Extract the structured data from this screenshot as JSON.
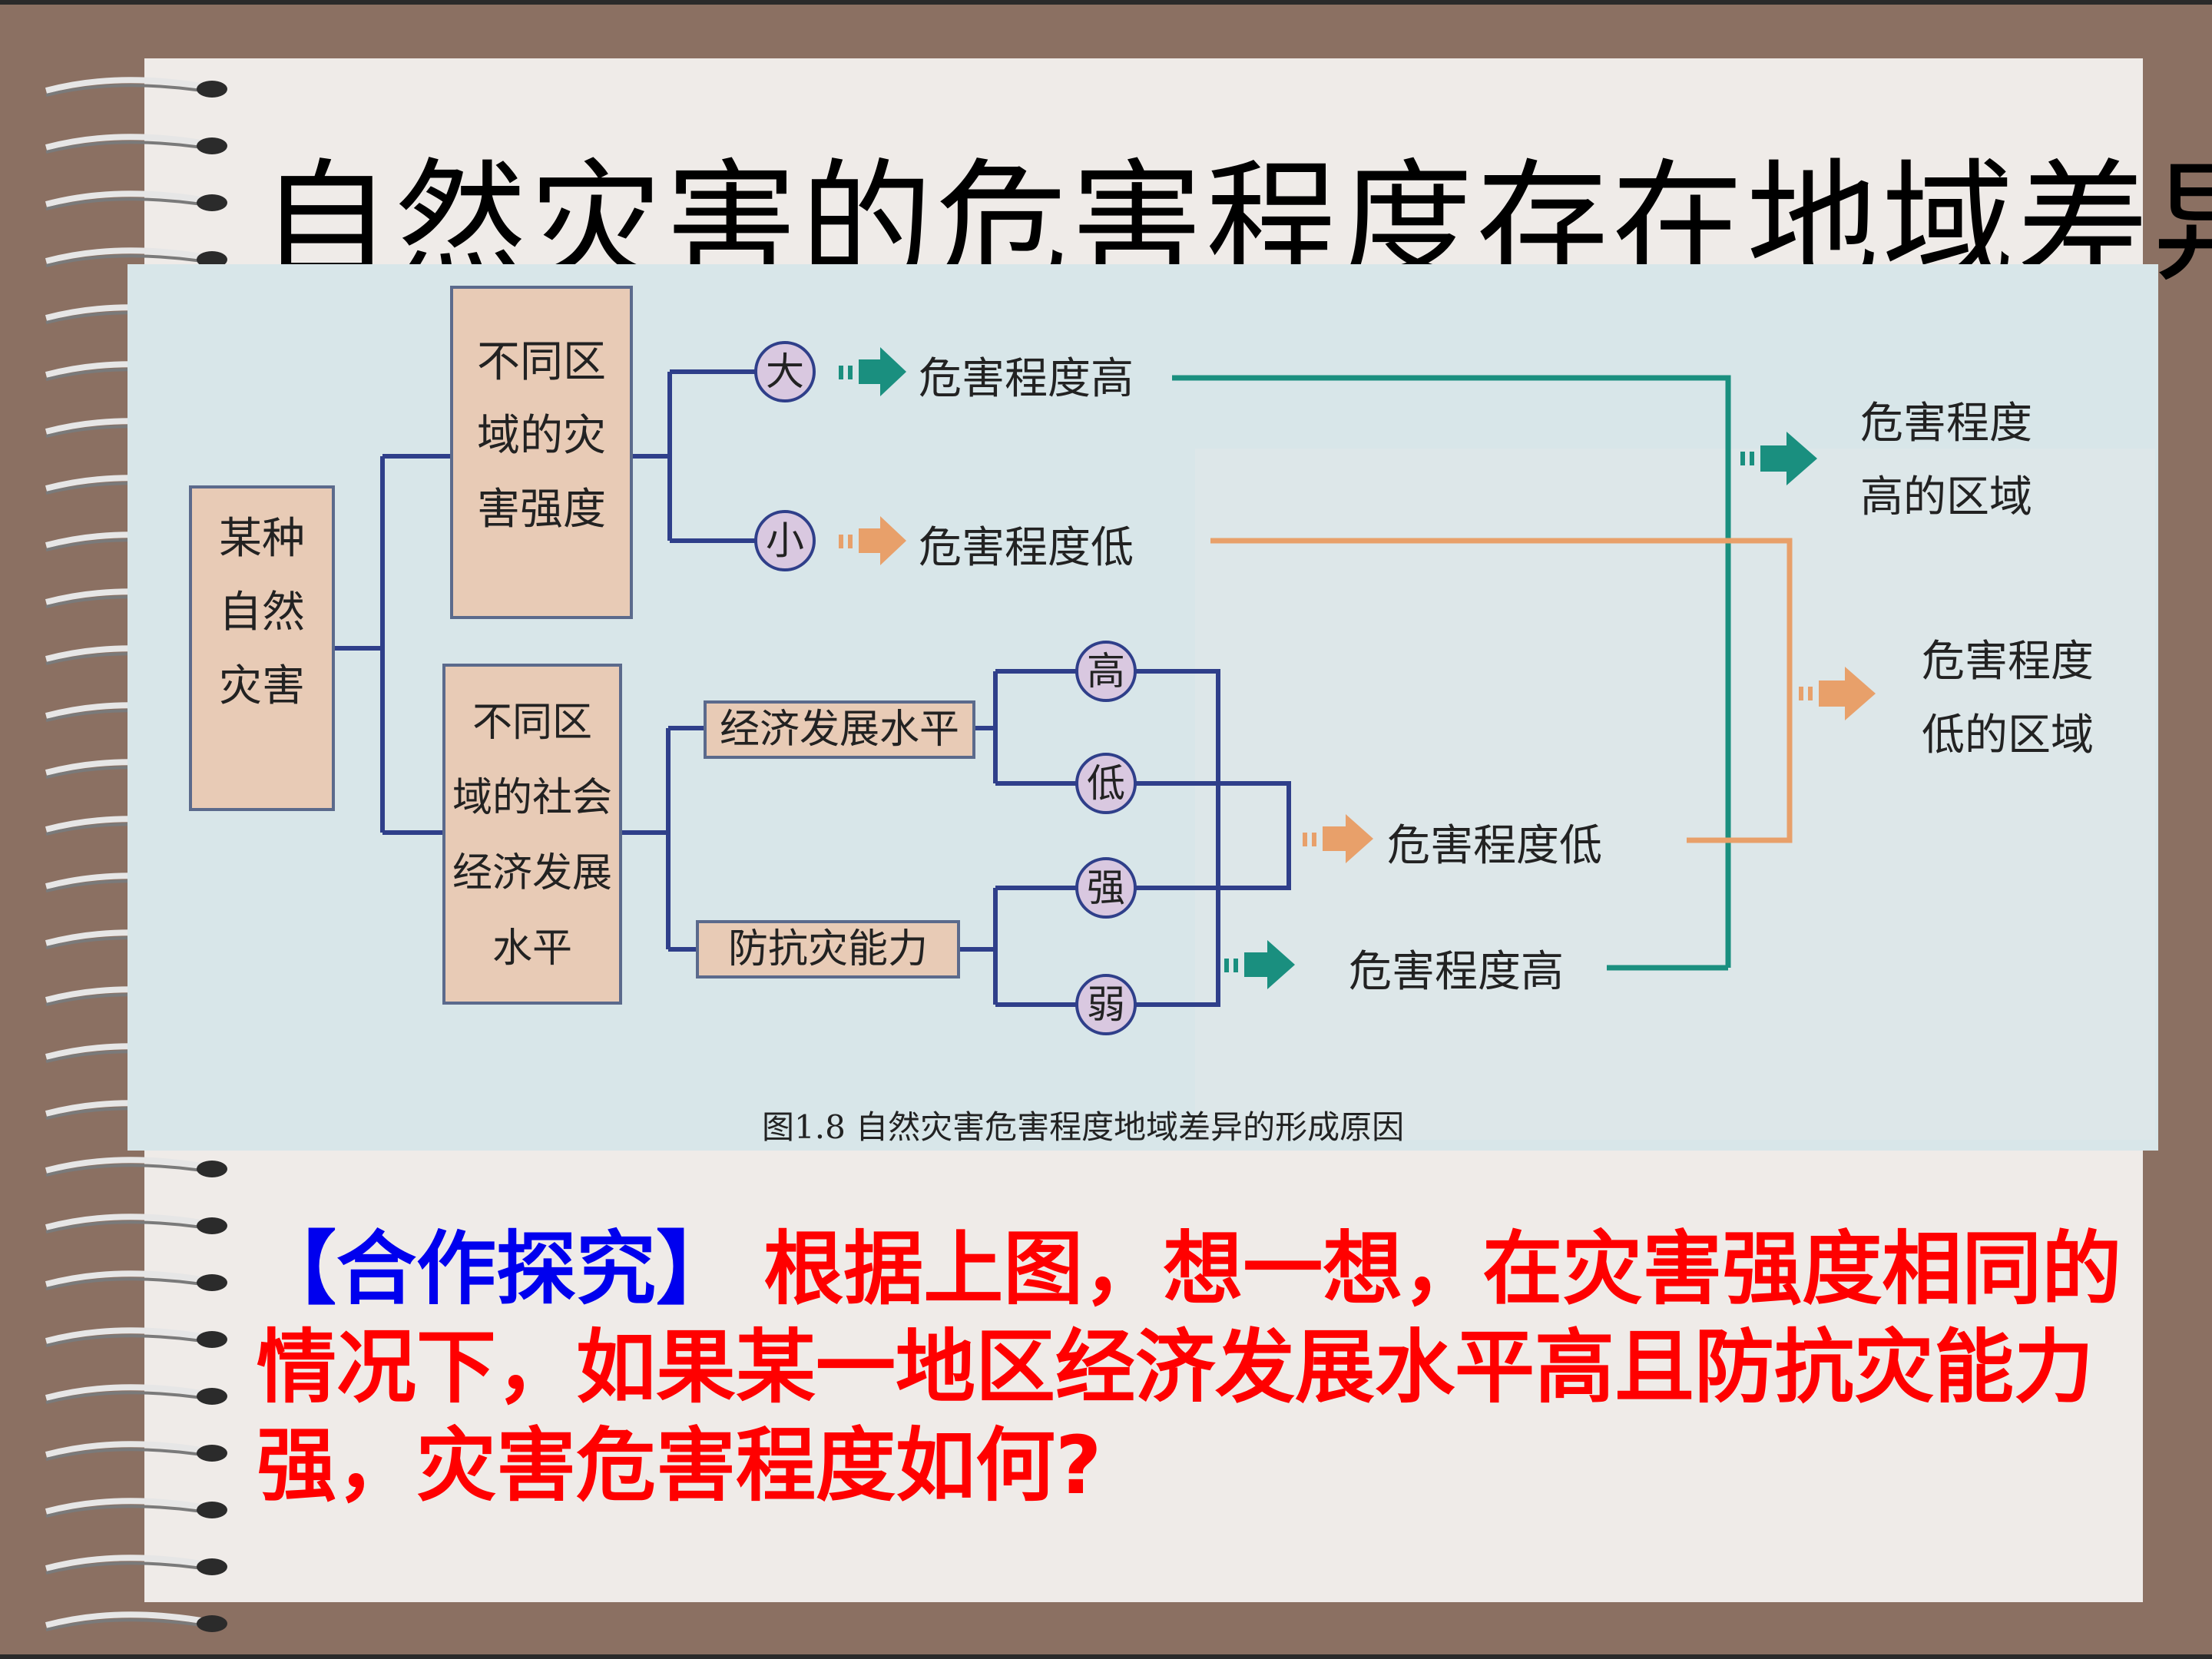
{
  "title": "自然灾害的危害程度存在地域差异",
  "diagram": {
    "root_line1": "某种",
    "root_line2": "自然",
    "root_line3": "灾害",
    "intensity_line1": "不同区",
    "intensity_line2": "域的灾",
    "intensity_line3": "害强度",
    "socio_line1": "不同区",
    "socio_line2": "域的社会",
    "socio_line3": "经济发展",
    "socio_line4": "水平",
    "econ_level": "经济发展水平",
    "resist_capacity": "防抗灾能力",
    "circle_big": "大",
    "circle_small": "小",
    "circle_high": "高",
    "circle_low": "低",
    "circle_strong": "强",
    "circle_weak": "弱",
    "harm_high_1": "危害程度高",
    "harm_low_1": "危害程度低",
    "harm_low_2": "危害程度低",
    "harm_high_2": "危害程度高",
    "result_high_line1": "危害程度",
    "result_high_line2": "高的区域",
    "result_low_line1": "危害程度",
    "result_low_line2": "低的区域",
    "caption": "图1.8 自然灾害危害程度地域差异的形成原因",
    "colors": {
      "box_fill": "#e8cbb6",
      "box_border": "#5b6a8c",
      "line_blue": "#2f3f8a",
      "line_teal": "#1a8f7f",
      "line_orange": "#e8a06a",
      "circle_fill": "#d9c8e0",
      "background": "#d8e6e9"
    }
  },
  "question": {
    "tag": "【合作探究】",
    "text": " 根据上图，想一想，在灾害强度相同的情况下，如果某一地区经济发展水平高且防抗灾能力强，灾害危害程度如何?"
  }
}
